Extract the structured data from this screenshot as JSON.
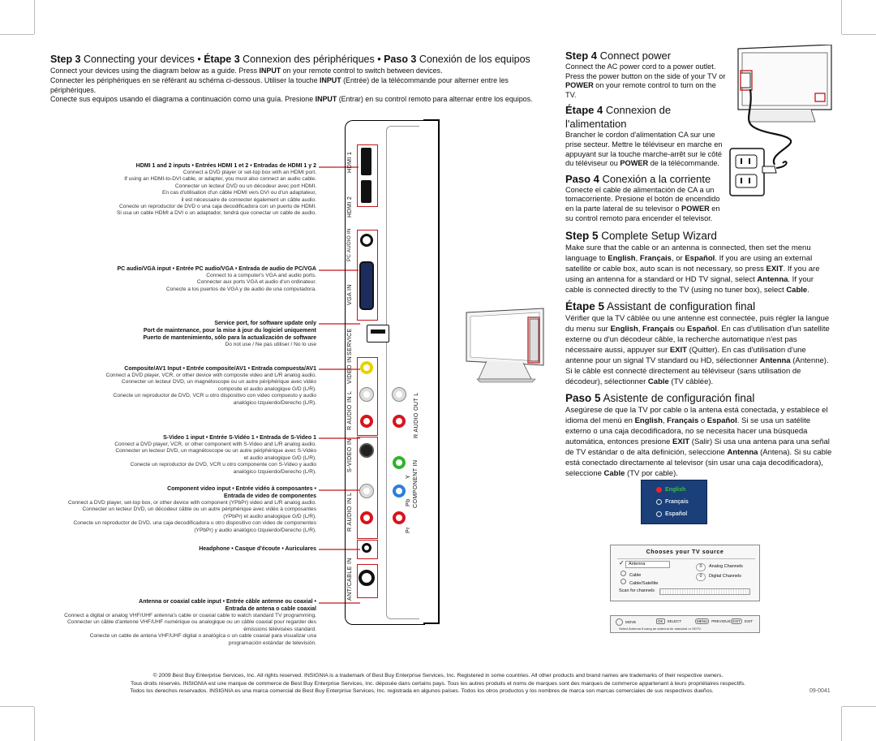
{
  "step3": {
    "heading_en_prefix": "Step 3",
    "heading_en": " Connecting your devices • ",
    "heading_fr_prefix": "Étape 3",
    "heading_fr": " Connexion des périphériques • ",
    "heading_es_prefix": "Paso 3",
    "heading_es": " Conexión de los equipos",
    "line1_a": "Connect your devices using the diagram below as a guide. Press ",
    "line1_b": "INPUT",
    "line1_c": " on your remote control to switch between devices.",
    "line2_a": "Connecter les périphériques en se référant au schéma ci-dessous. Utiliser la touche ",
    "line2_b": "INPUT",
    "line2_c": " (Entrée) de la télécommande pour alterner entre les périphériques.",
    "line3_a": "Conecte sus equipos usando el diagrama a continuación como una guía. Presione ",
    "line3_b": "INPUT",
    "line3_c": " (Entrar) en su control remoto para alternar entre los equipos."
  },
  "annotations": [
    {
      "title": "HDMI 1 and 2 inputs • Entrées HDMI 1 et 2 • Entradas de HDMI 1 y 2",
      "lines": [
        "Connect a DVD player or set-top box with an HDMI port.",
        "If using an HDMI-to-DVI cable, or adapter, you must also connect an audio cable.",
        "Connecter un lecteur DVD ou un décodeur avec port HDMI.",
        "En cas d'utilisation d'un câble HDMI vers DVI ou d'un adaptateur,",
        "il est nécessaire de connecter également un câble audio.",
        "Conecte un reproductor de DVD o una caja decodificadora con un puerto de HDMI.",
        "Si usa un cable HDMI a DVI o un adaptador, tendrá que conectar un cable de audio."
      ]
    },
    {
      "title": "PC audio/VGA input • Entrée PC audio/VGA • Entrada de audio de PC/VGA",
      "lines": [
        "Connect to a computer's VGA and audio ports.",
        "Connecter aux ports VGA et audio d'un ordinateur.",
        "Conecte a los puertos de VGA y de audio de una computadora."
      ]
    },
    {
      "title": "Service port, for software update only",
      "title2": "Port de maintenance, pour la mise à jour du logiciel uniquement",
      "title3": "Puerto de mantenimiento, sólo para la actualización de software",
      "lines": [
        "Do not use / Ne pas utiliser / No lo use"
      ]
    },
    {
      "title": "Composite/AV1 Input • Entrée composite/AV1 • Entrada compuesta/AV1",
      "lines": [
        "Connect a DVD player, VCR, or other device with composite video and L/R analog audio.",
        "Connecter un lecteur DVD, un magnétoscope ou un autre périphérique avec vidéo",
        "composite et audio analogique G/D (L/R).",
        "Conecte un reproductor de DVD, VCR u otro dispositivo con video compuesto y audio",
        "analógico Izquierdo/Derecho (L/R)."
      ]
    },
    {
      "title": "S-Video 1 input • Entrée S-Vidéo 1 • Entrada de S-Video 1",
      "lines": [
        "Connect a DVD player, VCR, or other component with S-Video and L/R analog audio.",
        "Connecter un lecteur DVD, un magnétoscope ou un autre périphérique avec S-Vidéo",
        "et audio analogique G/D (L/R).",
        "Conecte un reproductor de DVD, VCR u otro componente con S-Video y audio",
        "analógico Izquierdo/Derecho (L/R)."
      ]
    },
    {
      "title": "Component video input • Entrée vidéo à composantes •",
      "title2": "Entrada de video de componentes",
      "lines": [
        "Connect a DVD player, set-top box, or other device with component (YPbPr) video and L/R analog audio.",
        "Connecter un lecteur DVD, un décodeur câble ou un autre périphérique avec vidéo à composantes",
        "(YPbPr) et audio analogique G/D (L/R).",
        "Conecte un reproductor de DVD, una caja decodificadora u otro dispositivo con video de componentes",
        "(YPbPr) y audio analógico Izquierdo/Derecho (L/R)."
      ]
    },
    {
      "title": "Headphone • Casque d'écoute • Auriculares",
      "lines": []
    },
    {
      "title": "Antenna or coaxial cable input • Entrée câble antenne ou coaxial •",
      "title2": "Entrada de antena o cable coaxial",
      "lines": [
        "Connect a digital or analog VHF/UHF antenna's cable or coaxial cable to watch standard TV programming.",
        "Connecter un câble d'antenne VHF/UHF numérique ou analogique ou un câble coaxial pour regarder des",
        "émissions télévisées standard.",
        "Conecte un cable de antena VHF/UHF digital o analógica o un cable coaxial para visualizar una",
        "programación estándar de televisión."
      ]
    }
  ],
  "panel_labels": {
    "hdmi1": "HDMI 1",
    "hdmi2": "HDMI 2",
    "pc_audio": "PC AUDIO IN",
    "vga": "VGA  IN",
    "service": "SERVICE",
    "video_in": "VIDEO  IN",
    "audio_in1": "R   AUDIO IN   L",
    "audio_out": "R   AUDIO OUT   L",
    "svideo": "S-VIDEO IN",
    "audio_in2": "R   AUDIO IN   L",
    "component": "COMPONENT IN",
    "y": "Y",
    "pb": "Pb",
    "pr": "Pr",
    "ant": "ANT/CABLE IN"
  },
  "step4": {
    "en_prefix": "Step 4",
    "en_title": " Connect power",
    "en_a": "Connect the AC power cord to a power outlet. Press the power button on the side of your TV or ",
    "en_b": "POWER",
    "en_c": " on your remote control to turn on the TV.",
    "fr_prefix": "Étape 4",
    "fr_title": " Connexion de l'alimentation",
    "fr_a": "Brancher le cordon d'alimentation CA sur une prise secteur. Mettre le téléviseur en marche en appuyant sur la touche marche-arrêt sur le côté du téléviseur ou ",
    "fr_b": "POWER",
    "fr_c": " de la télécommande.",
    "es_prefix": "Paso 4",
    "es_title": " Conexión a la corriente",
    "es_a": "Conecte el cable de alimentación de CA a un tomacorriente. Presione el botón de encendido en la parte lateral de su televisor o ",
    "es_b": "POWER",
    "es_c": " en su control remoto para encender el televisor."
  },
  "step5": {
    "en_prefix": "Step 5",
    "en_title": " Complete Setup Wizard",
    "en_text": [
      {
        "t": "Make sure that the cable or an antenna is connected, then set the menu language to "
      },
      {
        "t": "English",
        "b": true
      },
      {
        "t": ", "
      },
      {
        "t": "Français",
        "b": true
      },
      {
        "t": ", or "
      },
      {
        "t": "Español",
        "b": true
      },
      {
        "t": ". If you are using an external satellite or cable box, auto scan is not necessary, so press "
      },
      {
        "t": "EXIT",
        "b": true
      },
      {
        "t": ". If you are using an antenna for a standard or HD TV signal, select "
      },
      {
        "t": "Antenna",
        "b": true
      },
      {
        "t": ". If your cable is connected directly to the TV (using no tuner box), select "
      },
      {
        "t": "Cable",
        "b": true
      },
      {
        "t": "."
      }
    ],
    "fr_prefix": "Étape 5",
    "fr_title": " Assistant de configuration final",
    "fr_text": [
      {
        "t": "Vérifier que la TV câblée ou une antenne est connectée, puis régler la langue du menu sur "
      },
      {
        "t": "English",
        "b": true
      },
      {
        "t": ", "
      },
      {
        "t": "Français",
        "b": true
      },
      {
        "t": " ou "
      },
      {
        "t": "Español",
        "b": true
      },
      {
        "t": ". En cas d'utilisation d'un satellite externe ou d'un décodeur câble, la recherche automatique n'est pas nécessaire aussi, appuyer sur "
      },
      {
        "t": "EXIT",
        "b": true
      },
      {
        "t": " (Quitter). En cas d'utilisation d'une antenne pour un signal TV standard ou HD, sélectionner "
      },
      {
        "t": "Antenna",
        "b": true
      },
      {
        "t": " (Antenne). Si le câble est connecté directement au téléviseur (sans utilisation de décodeur), sélectionner "
      },
      {
        "t": "Cable",
        "b": true
      },
      {
        "t": " (TV câblée)."
      }
    ],
    "es_prefix": "Paso 5",
    "es_title": " Asistente de configuración final",
    "es_text": [
      {
        "t": "Asegúrese de que la TV por cable o la antena está conectada, y establece el idioma del menú en "
      },
      {
        "t": "English",
        "b": true
      },
      {
        "t": ", "
      },
      {
        "t": "Français",
        "b": true
      },
      {
        "t": " o "
      },
      {
        "t": "Español",
        "b": true
      },
      {
        "t": ". Si se usa un satélite externo o una caja decodificadora, no se necesita hacer una búsqueda automática, entonces presione "
      },
      {
        "t": "EXIT",
        "b": true
      },
      {
        "t": " (Salir) Si usa una antena para una señal de TV estándar o de alta definición, seleccione "
      },
      {
        "t": "Antenna",
        "b": true
      },
      {
        "t": " (Antena). Si su cable está conectado directamente al televisor (sin usar una caja decodificadora), seleccione "
      },
      {
        "t": "Cable",
        "b": true
      },
      {
        "t": " (TV por cable)."
      }
    ]
  },
  "lang_menu": {
    "items": [
      "English",
      "Français",
      "Español"
    ],
    "selected": 0
  },
  "source_menu": {
    "title": "Chooses your TV source",
    "options": [
      "Antenna",
      "Cable",
      "Cable/Satellite"
    ],
    "scan_label": "Scan for channels",
    "analog_count": "0",
    "analog_label": "Analog Channels",
    "digital_count": "0",
    "digital_label": "Digital Channels"
  },
  "nav_bar": {
    "move": "MOVE",
    "select": "SELECT",
    "previous": "PREVIOUS",
    "exit": "EXIT",
    "menu_key": "MENU",
    "exit_key": "EXIT",
    "ok_key": "OK",
    "hint": "Select Antenna if using an antenna for standard or HDTV."
  },
  "footer": {
    "line1": "© 2009 Best Buy Enterprise Services, Inc. All rights reserved. INSIGNIA is a trademark of Best Buy Enterprise Services, Inc. Registered in some countries. All other products and brand names are trademarks of their respective owners.",
    "line2": "Tous droits réservés. INSIGNIA est une marque de commerce de Best Buy Enterprise Services, Inc. déposée dans certains pays. Tous les autres produits et noms de marques sont des marques de commerce appartenant à leurs propriétaires respectifs.",
    "line3": "Todos los derechos reservados. INSIGNIA es una marca comercial de Best Buy Enterprise Services, Inc. registrada en algunos países. Todos los otros productos y los nombres de marca son marcas comerciales de sus respectivos dueños.",
    "code": "09-0041"
  },
  "colors": {
    "red_outline": "#c2181b",
    "menu_blue": "#1b3f78",
    "menu_green": "#37c43b"
  }
}
